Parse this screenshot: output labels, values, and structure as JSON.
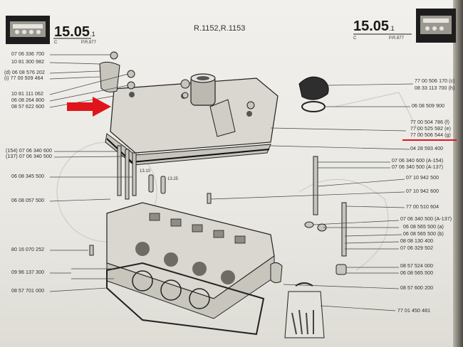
{
  "header": {
    "page_left": "15.05",
    "page_left_sub": ".1",
    "page_left_code": "P.R.877",
    "page_left_c": "C",
    "page_right": "15.05",
    "page_right_sub": ".1",
    "page_right_code": "P.R.877",
    "page_right_c": "C",
    "models": "R.1152,R.1153"
  },
  "detail_labels": {
    "d1": "13.10",
    "d2": "13.25"
  },
  "left_labels": [
    "07 06 336 700",
    "10 81 300 982",
    "(d) 06 08 576 202",
    "(i) 77 00 509 464",
    "10 81 111 062",
    "06 08 264 800",
    "08 57 622 600",
    "(154) 07 06 340 600",
    "(137) 07 06 340 500",
    "06 08 345 500",
    "06 08 057 500",
    "80 16 070 252",
    "09 96 137 300",
    "08 57 701 000"
  ],
  "right_labels": [
    "77 00 506 170 (c)",
    "08 33 113 700 (h)",
    "06 08 509 900",
    "77 00 504 786 (f)",
    "77 00 525 582 (e)",
    "77 00 506 544 (g)",
    "04 28 593 400",
    "07 06 340 600 (A-154)",
    "07 06 340 500 (A-137)",
    "07 10 942 500",
    "07 10 942 600",
    "77 00 510 604",
    "07 06 340 500 (A-137)",
    "06 08 565 500 (a)",
    "06 08 565 500 (b)",
    "08 08 130 400",
    "07 06 329 502",
    "08 57 524 000",
    "06 08 565 500",
    "08 57 600 200",
    "77 01 450 481"
  ],
  "colors": {
    "highlight": "#e0141b",
    "ink": "#2b2b2b",
    "paper": "#efeeea"
  },
  "icons": [
    "red-arrow-icon"
  ]
}
